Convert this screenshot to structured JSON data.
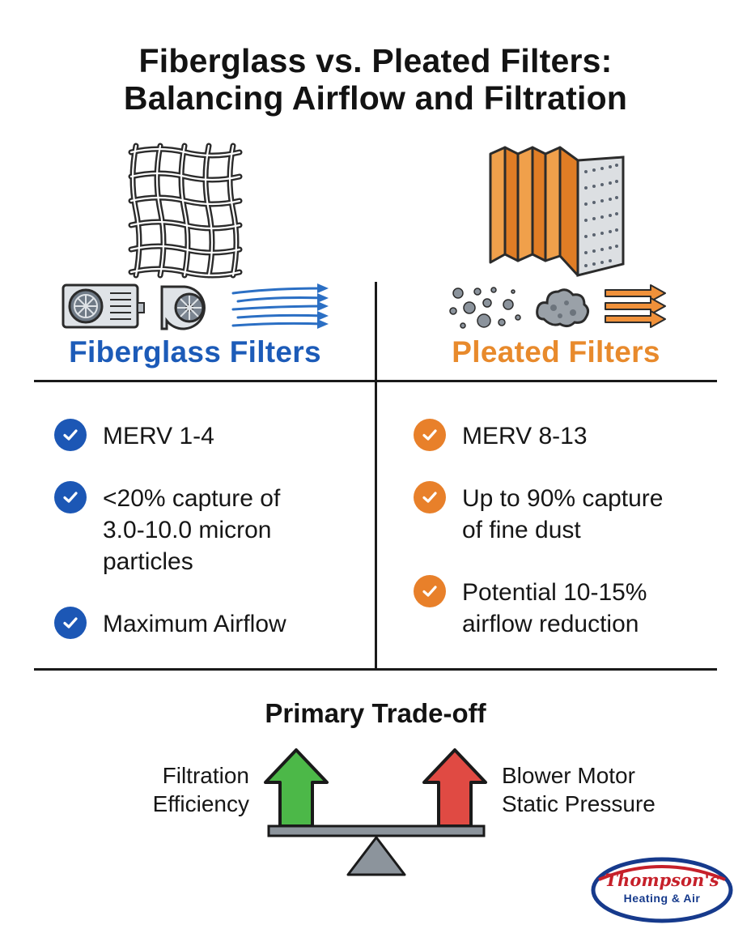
{
  "title": {
    "line1": "Fiberglass vs. Pleated Filters:",
    "line2": "Balancing Airflow and Filtration"
  },
  "fiberglass": {
    "heading": "Fiberglass Filters",
    "color": "#1c5bb8",
    "items": [
      {
        "text": "MERV 1-4"
      },
      {
        "text": "<20% capture of\n3.0-10.0 micron\nparticles"
      },
      {
        "text": "Maximum Airflow"
      }
    ],
    "icons": [
      "mesh-icon",
      "ac-unit-icon",
      "blower-fan-icon",
      "airflow-arrows-icon"
    ]
  },
  "pleated": {
    "heading": "Pleated Filters",
    "color": "#e88a2c",
    "items": [
      {
        "text": "MERV 8-13"
      },
      {
        "text": "Up to 90% capture\nof fine dust"
      },
      {
        "text": "Potential 10-15%\nairflow reduction"
      }
    ],
    "icons": [
      "pleated-filter-icon",
      "dust-particles-icon",
      "dust-cloud-icon",
      "reduced-airflow-arrows-icon"
    ]
  },
  "tradeoff": {
    "title": "Primary Trade-off",
    "left_label": "Filtration\nEfficiency",
    "right_label": "Blower Motor\nStatic Pressure",
    "left_arrow_color": "#4cb848",
    "right_arrow_color": "#e04a43"
  },
  "logo": {
    "name": "Thompson's",
    "tagline": "Heating & Air"
  }
}
